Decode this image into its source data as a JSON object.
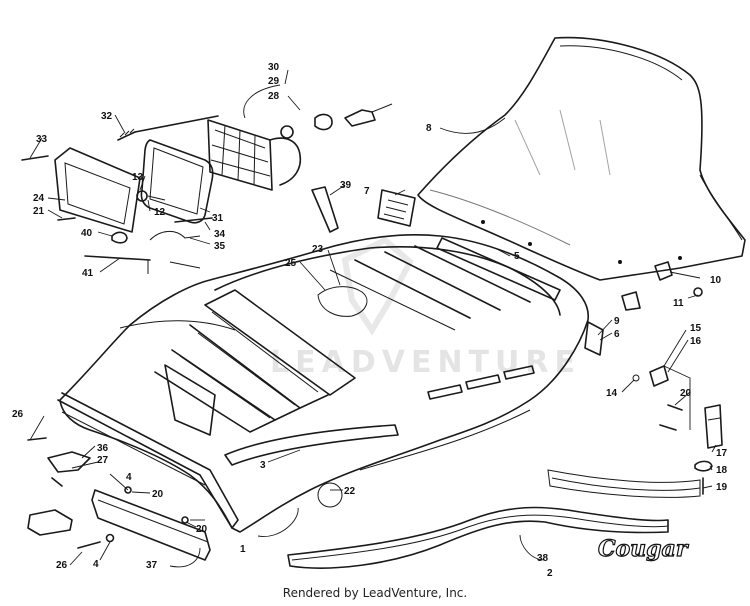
{
  "diagram": {
    "watermark": "LEADVENTURE",
    "brand_decal": "Cougar",
    "credit": "Rendered by LeadVenture, Inc.",
    "part_labels": [
      "1",
      "2",
      "3",
      "4",
      "4",
      "5",
      "6",
      "7",
      "8",
      "9",
      "10",
      "11",
      "12",
      "13",
      "14",
      "15",
      "16",
      "17",
      "18",
      "19",
      "20",
      "20",
      "20",
      "21",
      "22",
      "23",
      "24",
      "25",
      "26",
      "26",
      "27",
      "28",
      "29",
      "30",
      "31",
      "32",
      "33",
      "34",
      "35",
      "36",
      "37",
      "38",
      "39",
      "40",
      "41"
    ]
  }
}
